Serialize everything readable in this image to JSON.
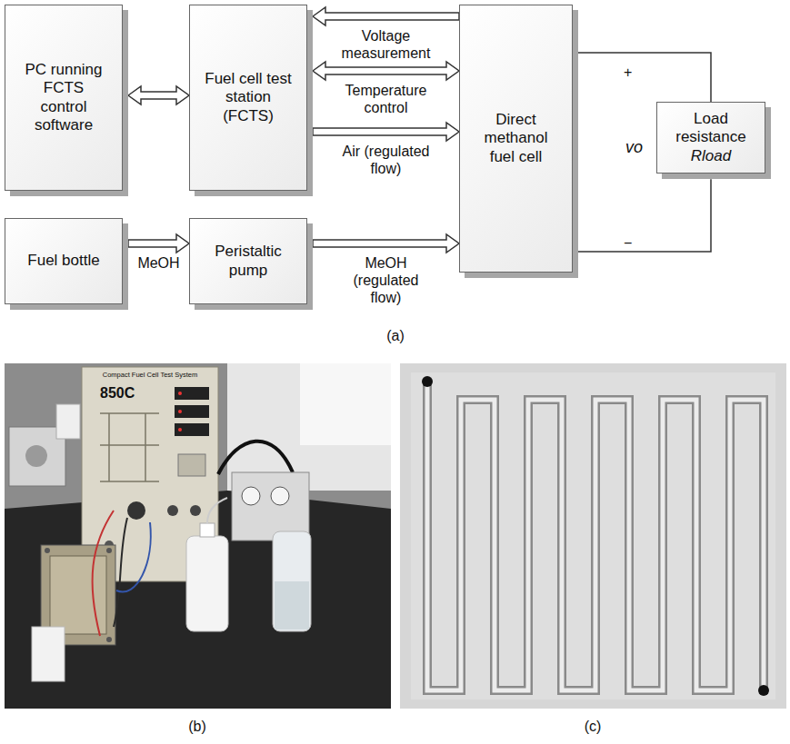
{
  "diagram": {
    "nodes": [
      {
        "text": [
          "PC running FCTS control software"
        ]
      },
      {
        "text": [
          "Fuel cell test station (FCTS)"
        ]
      },
      {
        "text": [
          "Direct methanol fuel cell"
        ]
      },
      {
        "text": [
          "Load resistance",
          "Rload"
        ]
      },
      {
        "text": [
          "Fuel bottle"
        ]
      },
      {
        "text": [
          "Peristaltic pump"
        ]
      }
    ],
    "edges": [
      {
        "from": 0,
        "to": 1,
        "arrow": "both"
      },
      {
        "from": 2,
        "to": 1,
        "arrow": "to",
        "label": "Voltage measurement"
      },
      {
        "from": 1,
        "to": 2,
        "arrow": "both",
        "label": "Temperature control"
      },
      {
        "from": 1,
        "to": 2,
        "arrow": "to",
        "label": "Air (regulated flow)"
      },
      {
        "from": 4,
        "to": 5,
        "arrow": "to",
        "label": "MeOH"
      },
      {
        "from": 5,
        "to": 2,
        "arrow": "to",
        "label": "MeOH (regulated flow)"
      },
      {
        "from": 2,
        "to": 3,
        "arrow": "none"
      },
      {
        "from": 2,
        "to": 3,
        "arrow": "none"
      }
    ],
    "labels": [
      "+",
      "vo",
      "−",
      "(a)",
      "Compact Fuel Cell Test System",
      "850C",
      "(b)",
      "(c)"
    ]
  }
}
